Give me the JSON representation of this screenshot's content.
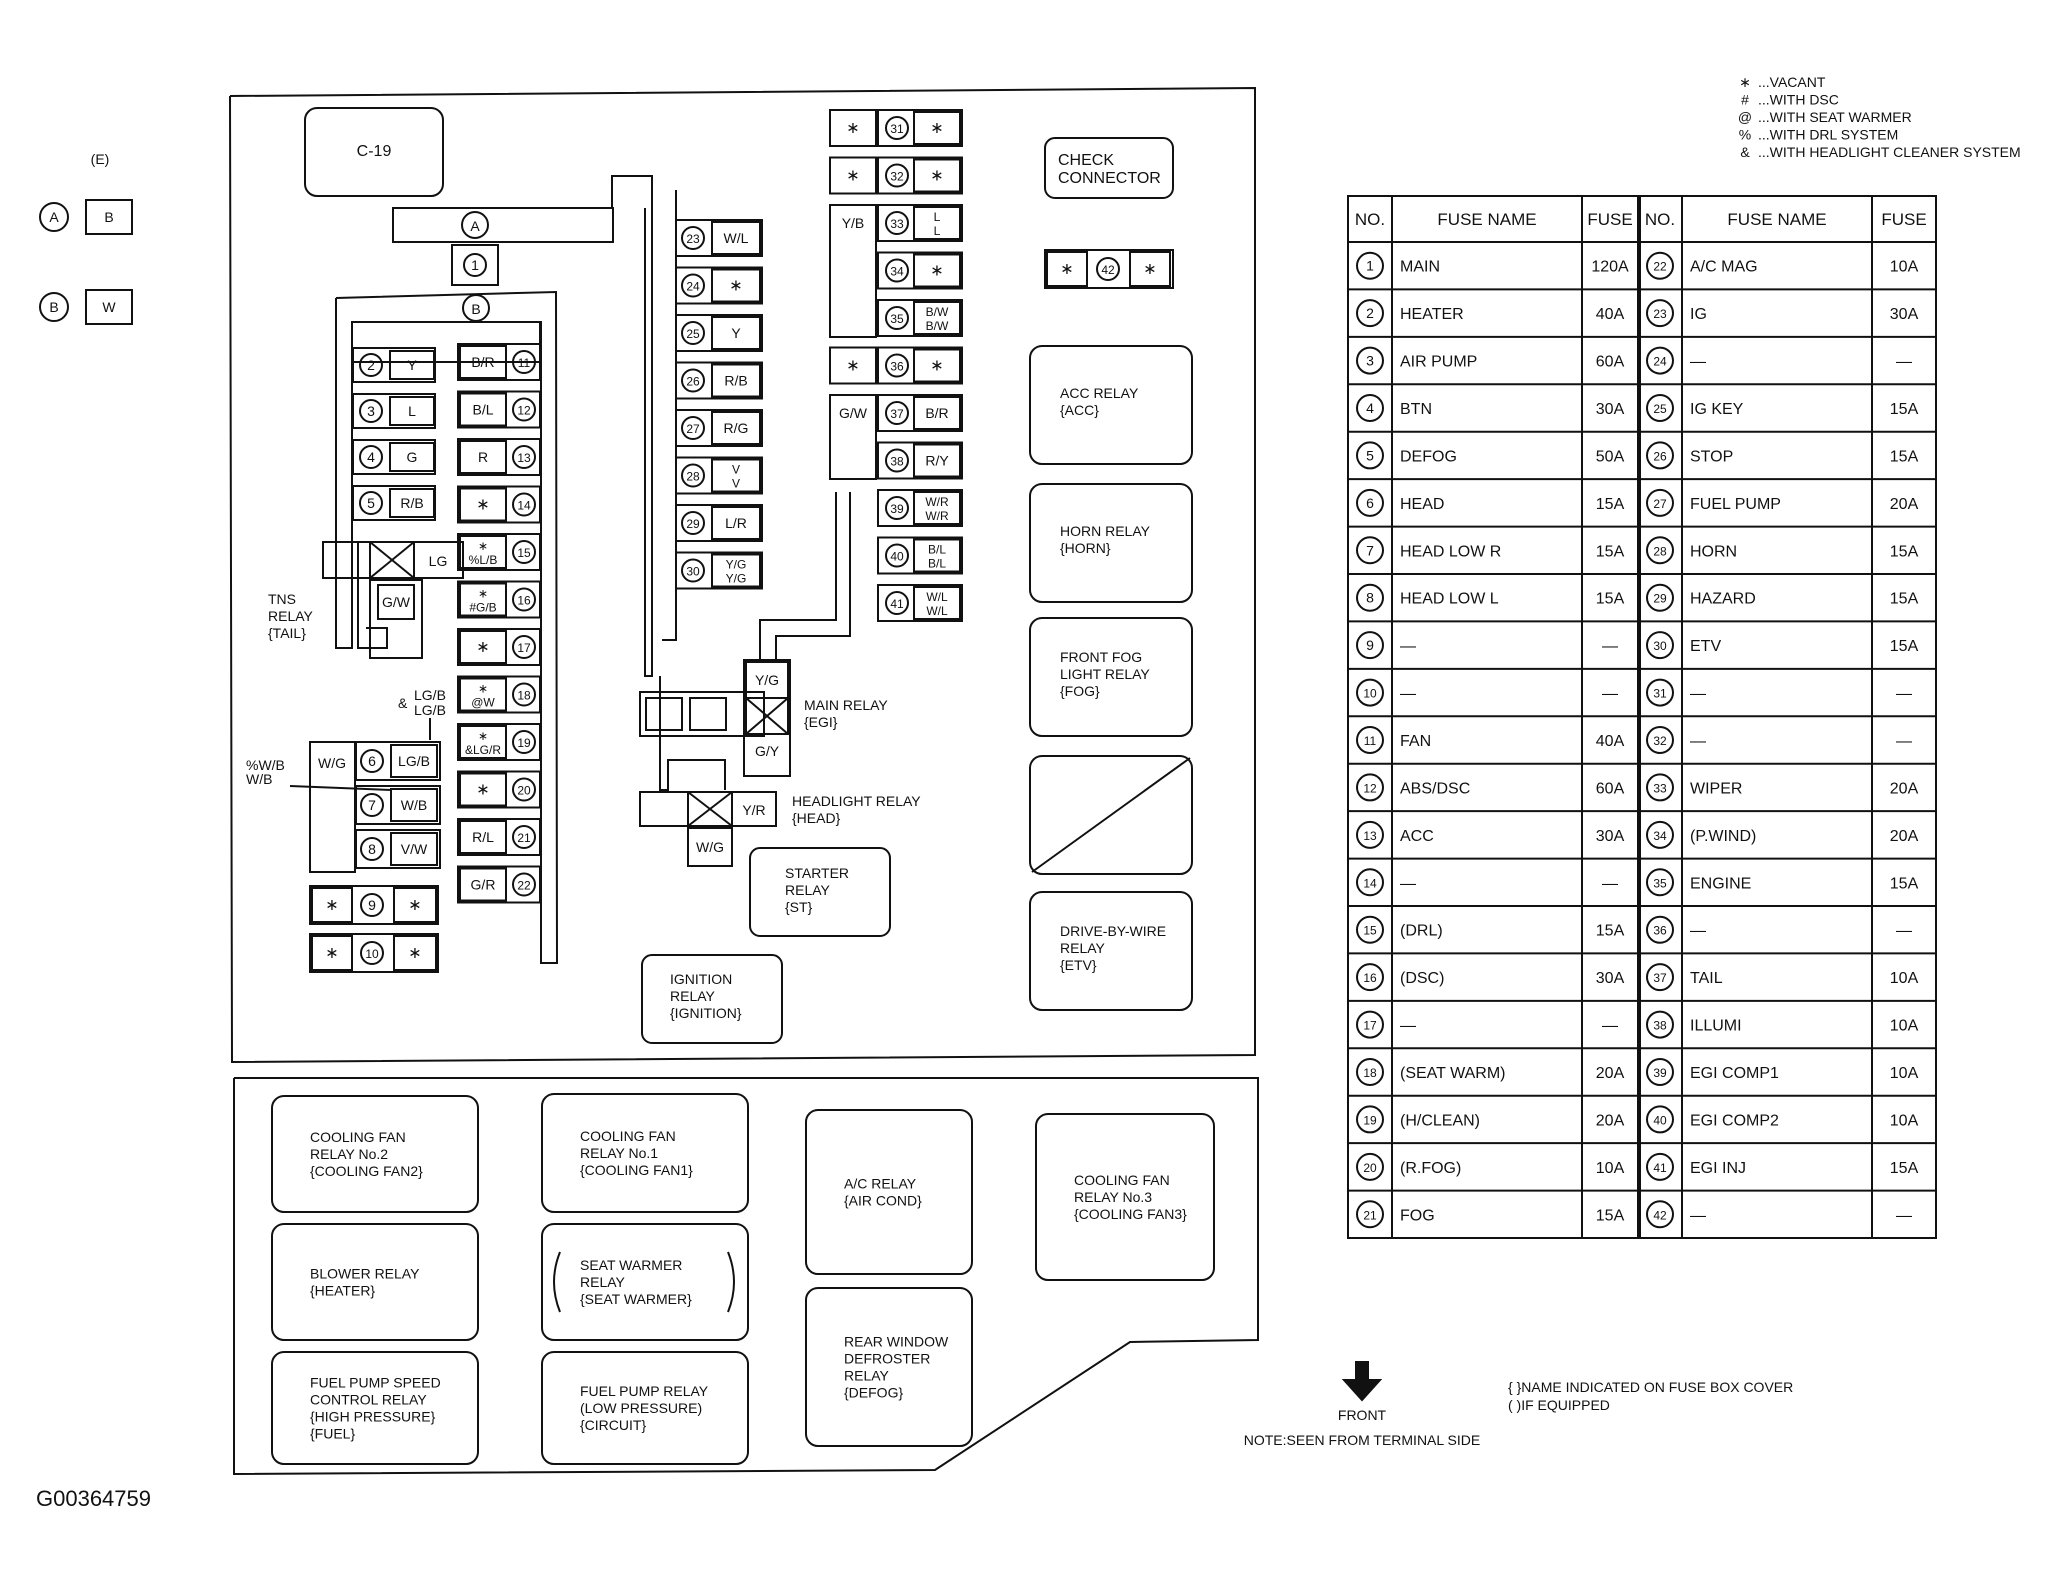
{
  "figure_id": "G00364759",
  "header": {
    "e_label": "(E)"
  },
  "connectors": [
    {
      "circle": "A",
      "color": "B"
    },
    {
      "circle": "B",
      "color": "W"
    }
  ],
  "legend": {
    "lines": [
      {
        "symbol": "∗",
        "text": "...VACANT"
      },
      {
        "symbol": "#",
        "text": "...WITH DSC"
      },
      {
        "symbol": "@",
        "text": "...WITH SEAT WARMER"
      },
      {
        "symbol": "%",
        "text": "...WITH DRL SYSTEM"
      },
      {
        "symbol": "&",
        "text": "...WITH HEADLIGHT CLEANER SYSTEM"
      }
    ]
  },
  "table": {
    "headers": [
      "NO.",
      "FUSE NAME",
      "FUSE",
      "NO.",
      "FUSE NAME",
      "FUSE"
    ],
    "rows": [
      {
        "no": "1",
        "name": "MAIN",
        "amp": "120A"
      },
      {
        "no": "2",
        "name": "HEATER",
        "amp": "40A"
      },
      {
        "no": "3",
        "name": "AIR PUMP",
        "amp": "60A"
      },
      {
        "no": "4",
        "name": "BTN",
        "amp": "30A"
      },
      {
        "no": "5",
        "name": "DEFOG",
        "amp": "50A"
      },
      {
        "no": "6",
        "name": "HEAD",
        "amp": "15A"
      },
      {
        "no": "7",
        "name": "HEAD LOW R",
        "amp": "15A"
      },
      {
        "no": "8",
        "name": "HEAD LOW L",
        "amp": "15A"
      },
      {
        "no": "9",
        "name": "—",
        "amp": "—"
      },
      {
        "no": "10",
        "name": "—",
        "amp": "—"
      },
      {
        "no": "11",
        "name": "FAN",
        "amp": "40A"
      },
      {
        "no": "12",
        "name": "ABS/DSC",
        "amp": "60A"
      },
      {
        "no": "13",
        "name": "ACC",
        "amp": "30A"
      },
      {
        "no": "14",
        "name": "—",
        "amp": "—"
      },
      {
        "no": "15",
        "name": "(DRL)",
        "amp": "15A"
      },
      {
        "no": "16",
        "name": "(DSC)",
        "amp": "30A"
      },
      {
        "no": "17",
        "name": "—",
        "amp": "—"
      },
      {
        "no": "18",
        "name": "(SEAT WARM)",
        "amp": "20A"
      },
      {
        "no": "19",
        "name": "(H/CLEAN)",
        "amp": "20A"
      },
      {
        "no": "20",
        "name": "(R.FOG)",
        "amp": "10A"
      },
      {
        "no": "21",
        "name": "FOG",
        "amp": "15A"
      },
      {
        "no": "22",
        "name": "A/C MAG",
        "amp": "10A"
      },
      {
        "no": "23",
        "name": "IG",
        "amp": "30A"
      },
      {
        "no": "24",
        "name": "—",
        "amp": "—"
      },
      {
        "no": "25",
        "name": "IG KEY",
        "amp": "15A"
      },
      {
        "no": "26",
        "name": "STOP",
        "amp": "15A"
      },
      {
        "no": "27",
        "name": "FUEL PUMP",
        "amp": "20A"
      },
      {
        "no": "28",
        "name": "HORN",
        "amp": "15A"
      },
      {
        "no": "29",
        "name": "HAZARD",
        "amp": "15A"
      },
      {
        "no": "30",
        "name": "ETV",
        "amp": "15A"
      },
      {
        "no": "31",
        "name": "—",
        "amp": "—"
      },
      {
        "no": "32",
        "name": "—",
        "amp": "—"
      },
      {
        "no": "33",
        "name": "WIPER",
        "amp": "20A"
      },
      {
        "no": "34",
        "name": "(P.WIND)",
        "amp": "20A"
      },
      {
        "no": "35",
        "name": "ENGINE",
        "amp": "15A"
      },
      {
        "no": "36",
        "name": "—",
        "amp": "—"
      },
      {
        "no": "37",
        "name": "TAIL",
        "amp": "10A"
      },
      {
        "no": "38",
        "name": "ILLUMI",
        "amp": "10A"
      },
      {
        "no": "39",
        "name": "EGI COMP1",
        "amp": "10A"
      },
      {
        "no": "40",
        "name": "EGI COMP2",
        "amp": "10A"
      },
      {
        "no": "41",
        "name": "EGI INJ",
        "amp": "15A"
      },
      {
        "no": "42",
        "name": "—",
        "amp": "—"
      }
    ]
  },
  "box": {
    "c19": "C-19",
    "check_connector": [
      "CHECK",
      "CONNECTOR"
    ],
    "fuses_left": [
      {
        "n": "2",
        "wire": "Y"
      },
      {
        "n": "3",
        "wire": "L"
      },
      {
        "n": "4",
        "wire": "G"
      },
      {
        "n": "5",
        "wire": "R/B"
      }
    ],
    "fuses_mid": [
      {
        "n": "11",
        "wire": "B/R"
      },
      {
        "n": "12",
        "wire": "B/L"
      },
      {
        "n": "13",
        "wire": "R"
      },
      {
        "n": "14",
        "wire": "∗"
      },
      {
        "n": "15",
        "wire": "∗\n%L/B"
      },
      {
        "n": "16",
        "wire": "∗\n#G/B"
      },
      {
        "n": "17",
        "wire": "∗"
      },
      {
        "n": "18",
        "wire": "∗\n@W"
      },
      {
        "n": "19",
        "wire": "∗\n&LG/R"
      },
      {
        "n": "20",
        "wire": "∗"
      },
      {
        "n": "21",
        "wire": "R/L"
      },
      {
        "n": "22",
        "wire": "G/R"
      }
    ],
    "fuses_lower_left": [
      {
        "n": "6",
        "left": "W/G",
        "wire": "LG/B"
      },
      {
        "n": "7",
        "left": "",
        "wire": "W/B"
      },
      {
        "n": "8",
        "left": "",
        "wire": "V/W"
      },
      {
        "n": "9",
        "left": "∗",
        "wire": "∗"
      },
      {
        "n": "10",
        "left": "∗",
        "wire": "∗"
      }
    ],
    "fuses_center": [
      {
        "n": "23",
        "wire": "W/L"
      },
      {
        "n": "24",
        "wire": "∗"
      },
      {
        "n": "25",
        "wire": "Y"
      },
      {
        "n": "26",
        "wire": "R/B"
      },
      {
        "n": "27",
        "wire": "R/G"
      },
      {
        "n": "28",
        "wire": "V\nV"
      },
      {
        "n": "29",
        "wire": "L/R"
      },
      {
        "n": "30",
        "wire": "Y/G\nY/G"
      }
    ],
    "fuses_right": [
      {
        "n": "31",
        "left": "∗",
        "right": "∗"
      },
      {
        "n": "32",
        "left": "∗",
        "right": "∗"
      },
      {
        "n": "33",
        "left": "Y/B",
        "right": "L\nL"
      },
      {
        "n": "34",
        "left": "",
        "right": "∗"
      },
      {
        "n": "35",
        "left": "",
        "right": "B/W\nB/W"
      },
      {
        "n": "36",
        "left": "∗",
        "right": "∗"
      },
      {
        "n": "37",
        "left": "G/W",
        "right": "B/R"
      },
      {
        "n": "38",
        "left": "",
        "right": "R/Y"
      },
      {
        "n": "39",
        "left": "",
        "right": "W/R\nW/R"
      },
      {
        "n": "40",
        "left": "",
        "right": "B/L\nB/L"
      },
      {
        "n": "41",
        "left": "",
        "right": "W/L\nW/L"
      }
    ],
    "fuse42": {
      "n": "42",
      "left": "∗",
      "right": "∗"
    },
    "connector_a": "A",
    "connector_b": "B",
    "fuse1": "1",
    "tns_relay": [
      "TNS",
      "RELAY",
      "{TAIL}"
    ],
    "tns_lg": "LG",
    "tns_gw": "G/W",
    "lgb_note": [
      "LG/B",
      "LG/B"
    ],
    "lgb_amp": "&",
    "wb_note": [
      "%W/B",
      "W/B"
    ],
    "main_relay": {
      "top": "Y/G",
      "bottom": "G/Y",
      "label": [
        "MAIN RELAY",
        "{EGI}"
      ]
    },
    "headlight_relay": {
      "right": "Y/R",
      "bottom": "W/G",
      "label": [
        "HEADLIGHT RELAY",
        "{HEAD}"
      ]
    },
    "relays_right": [
      [
        "ACC RELAY",
        "{ACC}"
      ],
      [
        "HORN RELAY",
        "{HORN}"
      ],
      [
        "FRONT FOG",
        "LIGHT RELAY",
        "{FOG}"
      ],
      [],
      [
        "DRIVE-BY-WIRE",
        "RELAY",
        "{ETV}"
      ]
    ],
    "starter_relay": [
      "STARTER",
      "RELAY",
      "{ST}"
    ],
    "ignition_relay": [
      "IGNITION",
      "RELAY",
      "{IGNITION}"
    ]
  },
  "lower_relays": [
    [
      "COOLING FAN",
      "RELAY No.2",
      "{COOLING FAN2}"
    ],
    [
      "BLOWER RELAY",
      "{HEATER}"
    ],
    [
      "FUEL PUMP SPEED",
      "CONTROL RELAY",
      "{HIGH PRESSURE}",
      "{FUEL}"
    ],
    [
      "COOLING FAN",
      "RELAY No.1",
      "{COOLING FAN1}"
    ],
    [
      "SEAT WARMER",
      "RELAY",
      "{SEAT WARMER}"
    ],
    [
      "FUEL PUMP RELAY",
      "(LOW PRESSURE)",
      "{CIRCUIT}"
    ],
    [
      "A/C RELAY",
      "{AIR COND}"
    ],
    [
      "REAR WINDOW",
      "DEFROSTER",
      "RELAY",
      "{DEFOG}"
    ],
    [
      "COOLING FAN",
      "RELAY No.3",
      "{COOLING FAN3}"
    ]
  ],
  "notes": {
    "front": "FRONT",
    "seen": "NOTE:SEEN FROM TERMINAL SIDE",
    "braces": "{ }NAME INDICATED ON FUSE BOX COVER",
    "parens": "( )IF EQUIPPED"
  }
}
